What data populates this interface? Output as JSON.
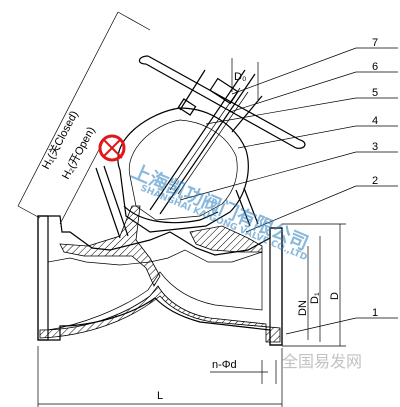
{
  "drawing": {
    "dims": {
      "h1_closed": "H₁(关Closed)",
      "h2_open": "H₂(开Open)",
      "d0": "D₀",
      "dn": "DN",
      "d1": "D₁",
      "d": "D",
      "bolts": "n-Φd",
      "length": "L"
    },
    "parts": [
      "1",
      "2",
      "3",
      "4",
      "5",
      "6",
      "7"
    ]
  },
  "watermarks": {
    "company_cn": "上海凯功阀门有限公司",
    "company_en": "SHANGHAI KAIGONG VALVE CO.,LTD",
    "site": "全国易发网"
  },
  "colors": {
    "line": "#000000",
    "hatch": "#000000",
    "watermark_blue": "#2a7fbf",
    "stamp_red": "#e0161b",
    "watermark_gray": "#9a9a9a"
  }
}
